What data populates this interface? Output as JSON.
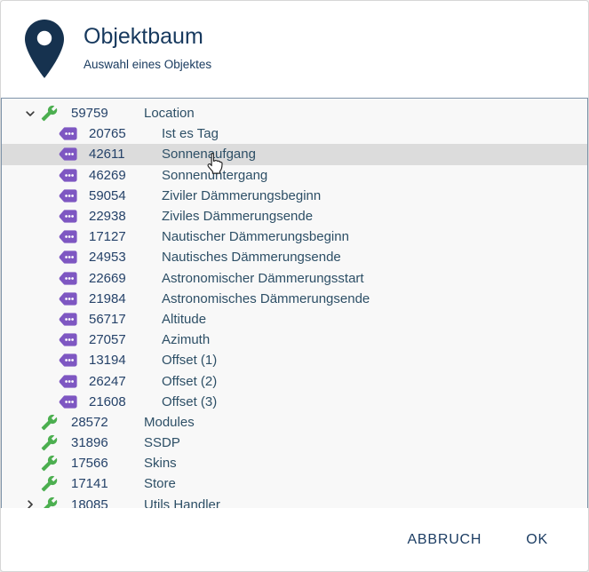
{
  "dialog": {
    "title": "Objektbaum",
    "subtitle": "Auswahl eines Objektes",
    "header_icon": "location-pin-icon"
  },
  "colors": {
    "title_navy": "#17395e",
    "id_text": "#254269",
    "label_text": "#2d4f66",
    "wrench_green": "#4caf50",
    "tag_purple": "#7e57c2",
    "selection_gray": "#dcdcdc",
    "tree_background": "#f8f8f8",
    "tree_border": "#7e93a9"
  },
  "tree": {
    "items": [
      {
        "level": 0,
        "chevron": "down",
        "icon": "wrench",
        "id": "59759",
        "label": "Location",
        "selected": false
      },
      {
        "level": 1,
        "chevron": "none",
        "icon": "tag",
        "id": "20765",
        "label": "Ist es Tag",
        "selected": false
      },
      {
        "level": 1,
        "chevron": "none",
        "icon": "tag",
        "id": "42611",
        "label": "Sonnenaufgang",
        "selected": true
      },
      {
        "level": 1,
        "chevron": "none",
        "icon": "tag",
        "id": "46269",
        "label": "Sonnenuntergang",
        "selected": false
      },
      {
        "level": 1,
        "chevron": "none",
        "icon": "tag",
        "id": "59054",
        "label": "Ziviler Dämmerungsbeginn",
        "selected": false
      },
      {
        "level": 1,
        "chevron": "none",
        "icon": "tag",
        "id": "22938",
        "label": "Ziviles Dämmerungsende",
        "selected": false
      },
      {
        "level": 1,
        "chevron": "none",
        "icon": "tag",
        "id": "17127",
        "label": "Nautischer Dämmerungsbeginn",
        "selected": false
      },
      {
        "level": 1,
        "chevron": "none",
        "icon": "tag",
        "id": "24953",
        "label": "Nautisches Dämmerungsende",
        "selected": false
      },
      {
        "level": 1,
        "chevron": "none",
        "icon": "tag",
        "id": "22669",
        "label": "Astronomischer Dämmerungsstart",
        "selected": false
      },
      {
        "level": 1,
        "chevron": "none",
        "icon": "tag",
        "id": "21984",
        "label": "Astronomisches Dämmerungsende",
        "selected": false
      },
      {
        "level": 1,
        "chevron": "none",
        "icon": "tag",
        "id": "56717",
        "label": "Altitude",
        "selected": false
      },
      {
        "level": 1,
        "chevron": "none",
        "icon": "tag",
        "id": "27057",
        "label": "Azimuth",
        "selected": false
      },
      {
        "level": 1,
        "chevron": "none",
        "icon": "tag",
        "id": "13194",
        "label": "Offset (1)",
        "selected": false
      },
      {
        "level": 1,
        "chevron": "none",
        "icon": "tag",
        "id": "26247",
        "label": "Offset (2)",
        "selected": false
      },
      {
        "level": 1,
        "chevron": "none",
        "icon": "tag",
        "id": "21608",
        "label": "Offset (3)",
        "selected": false
      },
      {
        "level": 0,
        "chevron": "none",
        "icon": "wrench",
        "id": "28572",
        "label": "Modules",
        "selected": false
      },
      {
        "level": 0,
        "chevron": "none",
        "icon": "wrench",
        "id": "31896",
        "label": "SSDP",
        "selected": false
      },
      {
        "level": 0,
        "chevron": "none",
        "icon": "wrench",
        "id": "17566",
        "label": "Skins",
        "selected": false
      },
      {
        "level": 0,
        "chevron": "none",
        "icon": "wrench",
        "id": "17141",
        "label": "Store",
        "selected": false
      },
      {
        "level": 0,
        "chevron": "right",
        "icon": "wrench",
        "id": "18085",
        "label": "Utils Handler",
        "selected": false
      }
    ]
  },
  "footer": {
    "cancel_label": "ABBRUCH",
    "ok_label": "OK"
  }
}
